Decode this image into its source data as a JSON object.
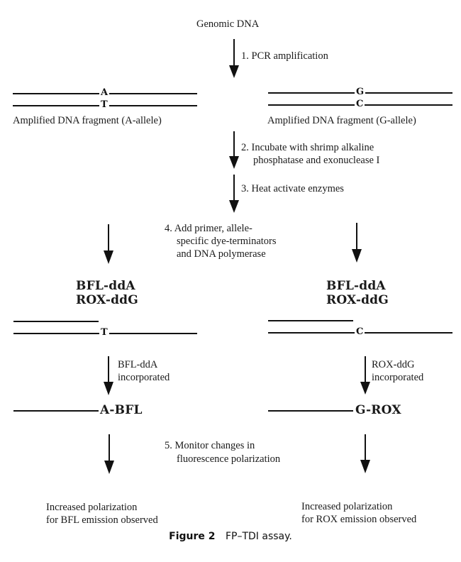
{
  "figure": {
    "caption_label": "Figure 2",
    "caption_text": "FP–TDI assay."
  },
  "top": {
    "start": "Genomic DNA"
  },
  "steps": {
    "step1": "1. PCR amplification",
    "step2_line1": "2. Incubate with shrimp alkaline",
    "step2_line2": "phosphatase and exonuclease I",
    "step3": "3. Heat activate enzymes",
    "step4_line1": "4. Add primer, allele-",
    "step4_line2": "specific dye-terminators",
    "step4_line3": "and DNA polymerase",
    "step5_line1": "5. Monitor changes in",
    "step5_line2": "fluorescence polarization"
  },
  "left_branch": {
    "fragment_top_base": "A",
    "fragment_bottom_base": "T",
    "fragment_label": "Amplified DNA fragment (A-allele)",
    "reagent_1": "BFL-ddA",
    "reagent_2": "ROX-ddG",
    "template_base": "T",
    "incorporation_line1": "BFL-ddA",
    "incorporation_line2": "incorporated",
    "product": "A-BFL",
    "result_line1": "Increased polarization",
    "result_line2": "for BFL emission observed"
  },
  "right_branch": {
    "fragment_top_base": "G",
    "fragment_bottom_base": "C",
    "fragment_label": "Amplified DNA fragment (G-allele)",
    "reagent_1": "BFL-ddA",
    "reagent_2": "ROX-ddG",
    "template_base": "C",
    "incorporation_line1": "ROX-ddG",
    "incorporation_line2": "incorporated",
    "product": "G-ROX",
    "result_line1": "Increased polarization",
    "result_line2": "for ROX emission observed"
  }
}
